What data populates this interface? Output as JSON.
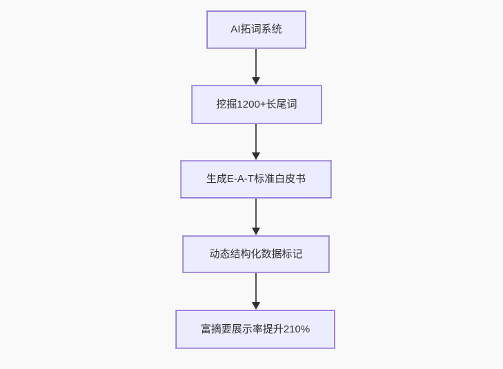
{
  "diagram": {
    "type": "flowchart-vertical",
    "background_color": "#f9f9f9",
    "node_fill_color": "#ECECFF",
    "node_border_color": "#9370DB",
    "text_color": "#333333",
    "arrow_color": "#333333",
    "nodes": [
      {
        "id": "step-1",
        "label": "AI拓词系统"
      },
      {
        "id": "step-2",
        "label": "挖掘1200+长尾词"
      },
      {
        "id": "step-3",
        "label": "生成E-A-T标准白皮书"
      },
      {
        "id": "step-4",
        "label": "动态结构化数据标记"
      },
      {
        "id": "step-5",
        "label": "富摘要展示率提升210%"
      }
    ],
    "edges": [
      {
        "from": "step-1",
        "to": "step-2"
      },
      {
        "from": "step-2",
        "to": "step-3"
      },
      {
        "from": "step-3",
        "to": "step-4"
      },
      {
        "from": "step-4",
        "to": "step-5"
      }
    ]
  }
}
